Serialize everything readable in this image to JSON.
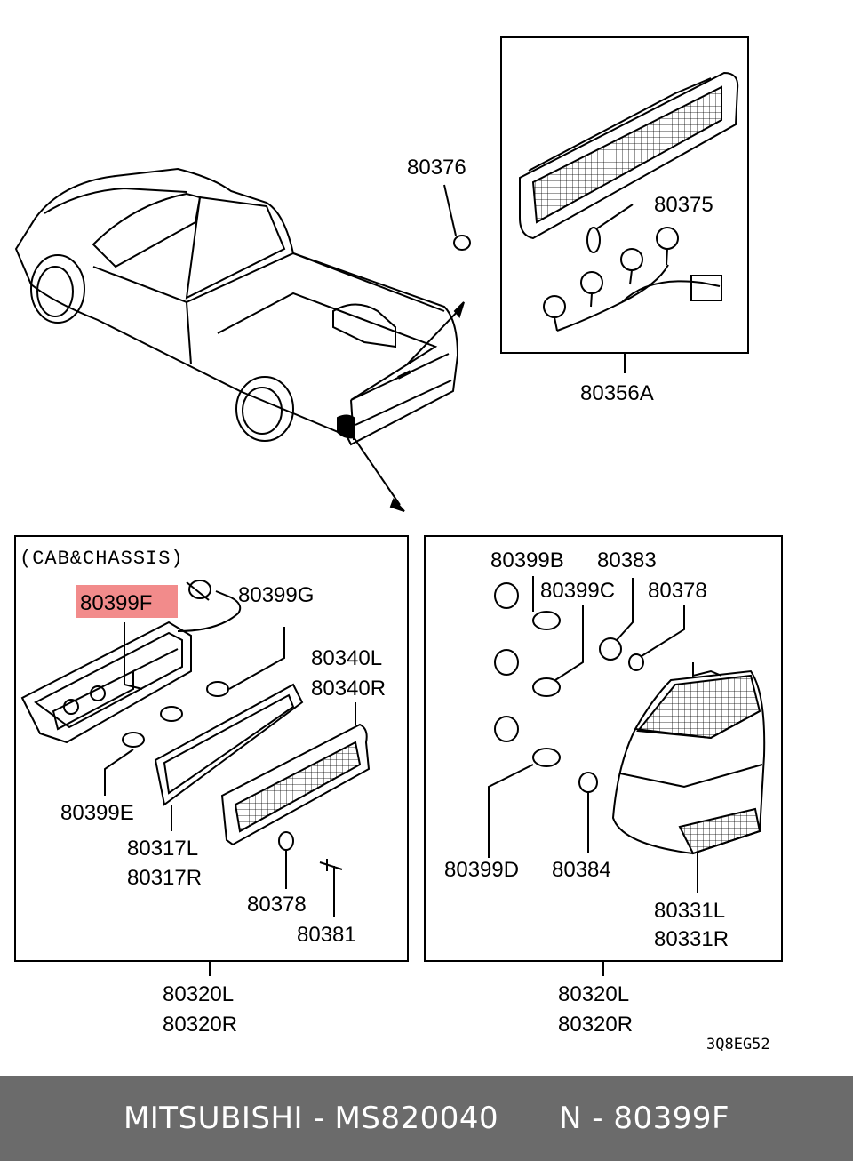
{
  "callouts": {
    "c80376": "80376",
    "c80375": "80375",
    "c80356A": "80356A",
    "cab_chassis": "(CAB&CHASSIS)",
    "c80399F": "80399F",
    "c80399G": "80399G",
    "c80340L": "80340L",
    "c80340R": "80340R",
    "c80399E": "80399E",
    "c80317L": "80317L",
    "c80317R": "80317R",
    "c80378_left": "80378",
    "c80381": "80381",
    "c80320L_left": "80320L",
    "c80320R_left": "80320R",
    "c80399B": "80399B",
    "c80383": "80383",
    "c80399C": "80399C",
    "c80378_right": "80378",
    "c80399D": "80399D",
    "c80384": "80384",
    "c80331L": "80331L",
    "c80331R": "80331R",
    "c80320L_right": "80320L",
    "c80320R_right": "80320R",
    "diagram_code": "3Q8EG52"
  },
  "highlight": {
    "part": "80399F",
    "color": "#f28b8b"
  },
  "footer": {
    "brand_part": "MITSUBISHI - MS820040",
    "ref": "N - 80399F",
    "background": "#6b6b6b"
  }
}
